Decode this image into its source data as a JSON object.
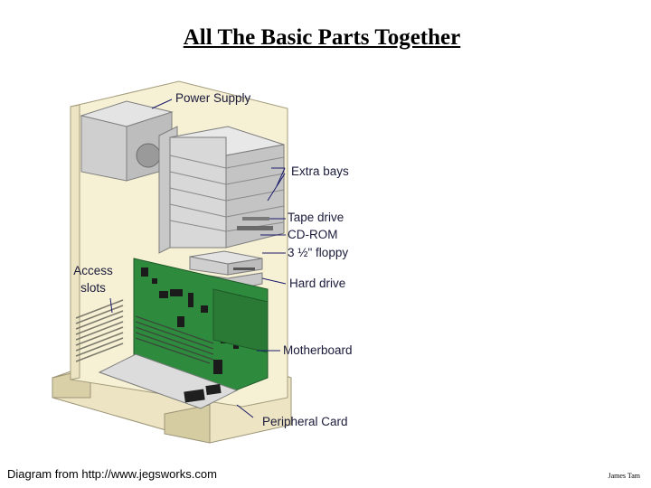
{
  "slide": {
    "title": "All The Basic Parts Together",
    "caption": "Diagram from http://www.jegsworks.com",
    "author": "James Tam"
  },
  "labels": {
    "power_supply": "Power Supply",
    "extra_bays": "Extra bays",
    "tape_drive": "Tape drive",
    "cd_rom": "CD-ROM",
    "floppy": "3 ½\" floppy",
    "hard_drive": "Hard drive",
    "access_slots_line1": "Access",
    "access_slots_line2": "slots",
    "motherboard": "Motherboard",
    "peripheral_card": "Peripheral Card"
  }
}
